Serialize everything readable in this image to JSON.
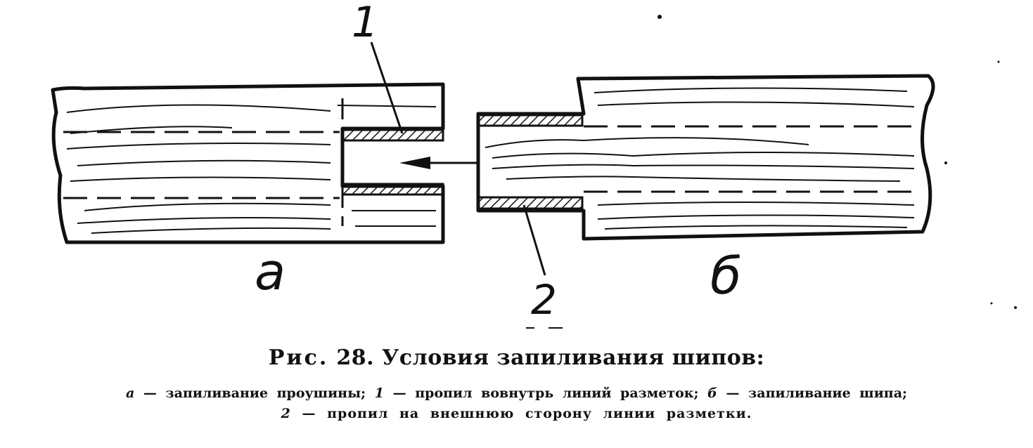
{
  "figure": {
    "labels": {
      "part_a": "a",
      "part_b": "б",
      "callout_1": "1",
      "callout_2": "2"
    }
  },
  "caption": {
    "fig_prefix": "Рис.",
    "fig_number": "28.",
    "title": "Условия запиливания шипов:"
  },
  "legend": {
    "line1": {
      "a_mark": "а",
      "a_text": "— запиливание проушины;",
      "m1_mark": "1",
      "m1_text": "— пропил вовнутрь линий разметок;",
      "b_mark": "б",
      "b_text": "— запиливание шипа;"
    },
    "line2": {
      "m2_mark": "2",
      "m2_text": "— пропил на внешнюю сторону линии разметки."
    }
  },
  "colors": {
    "ink": "#111111",
    "paper": "#ffffff"
  }
}
